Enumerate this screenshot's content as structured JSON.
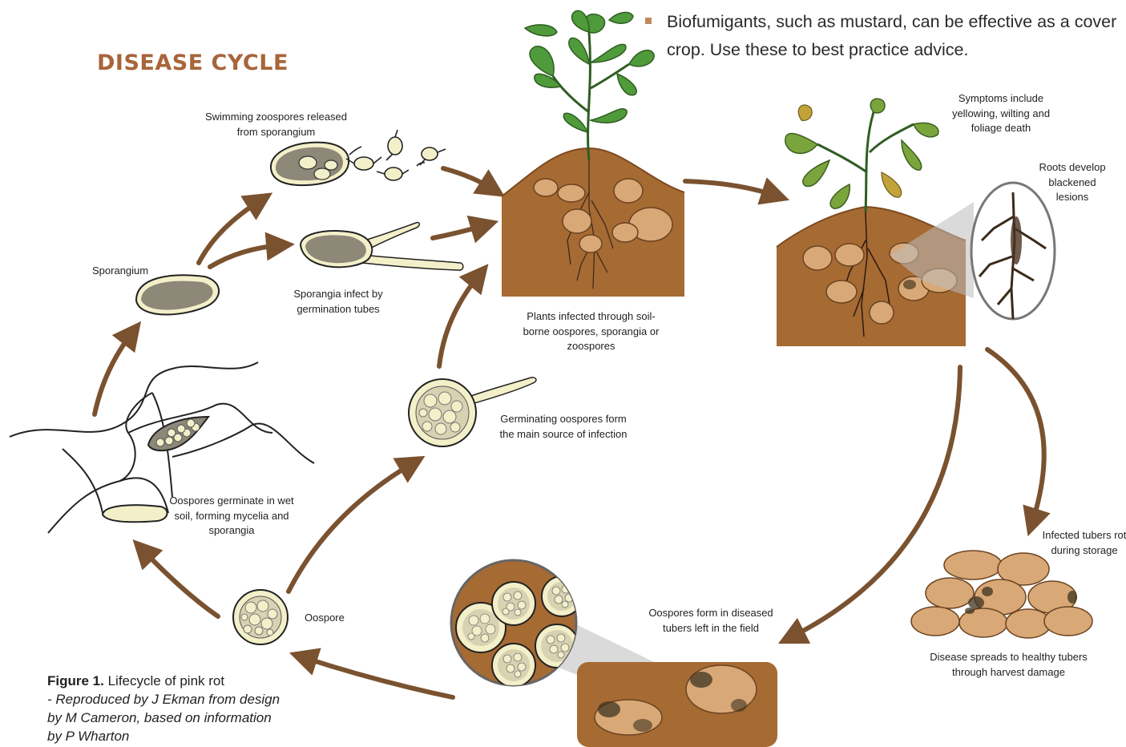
{
  "header": {
    "title": "DISEASE CYCLE",
    "bullet_text": "Biofumigants, such as mustard, can be effective as a cover crop. Use these to best practice advice."
  },
  "labels": {
    "swimming_zoospores": "Swimming zoospores released from sporangium",
    "sporangium": "Sporangium",
    "sporangia_infect": "Sporangia infect by germination tubes",
    "plants_infected": "Plants infected through soil-borne oospores, sporangia or zoospores",
    "symptoms": "Symptoms include yellowing, wilting and foliage death",
    "roots_lesions": "Roots develop blackened lesions",
    "germinating_oospores": "Germinating oospores form the main source of infection",
    "oospores_germinate": "Oospores germinate in wet soil, forming mycelia and sporangia",
    "oospore": "Oospore",
    "infected_tubers_rot": "Infected tubers rot during storage",
    "oospores_form": "Oospores form in diseased tubers left in the field",
    "disease_spreads": "Disease spreads to healthy tubers through harvest damage"
  },
  "caption": {
    "figure_label": "Figure 1.",
    "figure_title": " Lifecycle of pink rot",
    "credit": "- Reproduced by J Ekman from design by M Cameron, based on information by P Wharton"
  },
  "colors": {
    "title": "#a8653a",
    "arrow": "#7a5230",
    "soil": "#a66a33",
    "tuber": "#d9a877",
    "leaf": "#4f9a3a",
    "spore_fill": "#f3efc9"
  }
}
